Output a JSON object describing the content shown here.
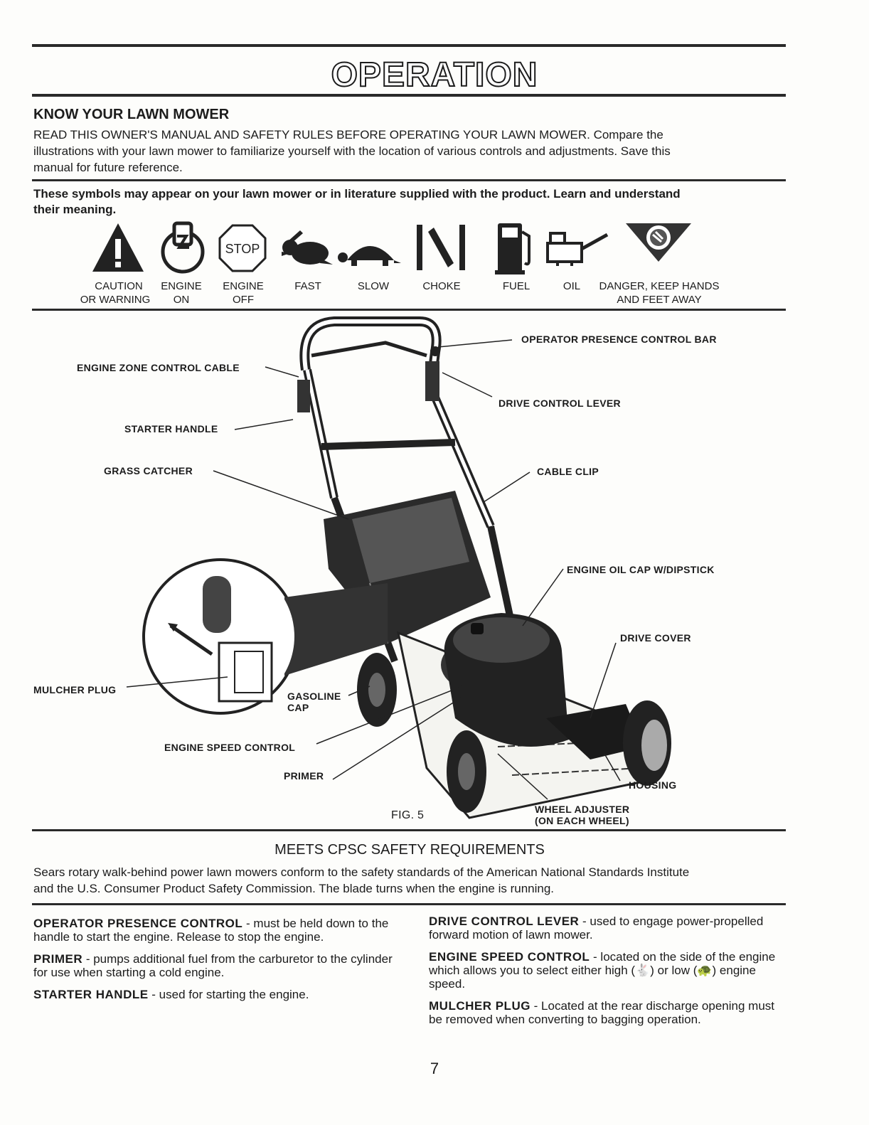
{
  "title": "OPERATION",
  "know": {
    "heading": "KNOW YOUR LAWN MOWER",
    "line1": "READ THIS OWNER'S MANUAL AND SAFETY RULES BEFORE OPERATING YOUR LAWN MOWER.  Compare the",
    "line2": "illustrations with your lawn mower to familiarize yourself with the location of various controls and adjustments.  Save this",
    "line3": "manual for future reference."
  },
  "symbols": {
    "intro_line1": "These symbols  may appear on your lawn mower or in literature supplied with the product.  Learn and understand",
    "intro_line2": "their meaning.",
    "stop_text": "STOP",
    "items": [
      {
        "icon": "caution-triangle-icon",
        "label1": "CAUTION",
        "label2": "OR WARNING"
      },
      {
        "icon": "engine-on-icon",
        "label1": "ENGINE",
        "label2": "ON"
      },
      {
        "icon": "engine-off-stop-icon",
        "label1": "ENGINE",
        "label2": "OFF"
      },
      {
        "icon": "rabbit-icon",
        "label1": "FAST",
        "label2": ""
      },
      {
        "icon": "turtle-icon",
        "label1": "SLOW",
        "label2": ""
      },
      {
        "icon": "choke-icon",
        "label1": "CHOKE",
        "label2": ""
      },
      {
        "icon": "fuel-pump-icon",
        "label1": "FUEL",
        "label2": ""
      },
      {
        "icon": "oil-can-icon",
        "label1": "OIL",
        "label2": ""
      },
      {
        "icon": "keep-hands-away-icon",
        "label1": "DANGER, KEEP HANDS",
        "label2": "AND FEET AWAY"
      }
    ]
  },
  "figure": {
    "caption": "FIG. 5",
    "callouts": {
      "opc_bar": "OPERATOR PRESENCE CONTROL BAR",
      "engine_zone_cable": "ENGINE ZONE CONTROL CABLE",
      "drive_lever": "DRIVE CONTROL LEVER",
      "starter_handle": "STARTER HANDLE",
      "grass_catcher": "GRASS CATCHER",
      "cable_clip": "CABLE CLIP",
      "oil_cap": "ENGINE OIL CAP W/DIPSTICK",
      "drive_cover": "DRIVE COVER",
      "mulcher_plug": "MULCHER PLUG",
      "gas_cap_1": "GASOLINE",
      "gas_cap_2": "CAP",
      "speed_control": "ENGINE SPEED CONTROL",
      "primer": "PRIMER",
      "housing": "HOUSING",
      "wheel_adj_1": "WHEEL ADJUSTER",
      "wheel_adj_2": "(ON EACH WHEEL)"
    }
  },
  "cpsc": {
    "heading": "MEETS CPSC SAFETY REQUIREMENTS",
    "line1": "Sears rotary walk-behind power lawn mowers conform to the safety standards of the American National Standards Institute",
    "line2": "and the U.S. Consumer Product Safety Commission.  The blade turns when the engine is running."
  },
  "definitions": {
    "left": [
      {
        "term": "OPERATOR PRESENCE CONTROL",
        "text": " - must be held down to the handle to start the engine.  Release to stop the engine."
      },
      {
        "term": "PRIMER",
        "text": " - pumps additional fuel from the carburetor to the cylinder for use when starting a cold engine."
      },
      {
        "term": "STARTER HANDLE",
        "text": " - used for starting the engine."
      }
    ],
    "right": [
      {
        "term": "DRIVE CONTROL LEVER",
        "text": " - used to engage power-propelled forward motion of  lawn mower."
      },
      {
        "term": "ENGINE SPEED CONTROL",
        "text": " - located on the side of the engine which allows you to select either high (🐇) or low (🐢) engine speed."
      },
      {
        "term": "MULCHER PLUG",
        "text": " - Located at the rear discharge opening must be removed when converting to bagging operation."
      }
    ]
  },
  "page_number": "7"
}
